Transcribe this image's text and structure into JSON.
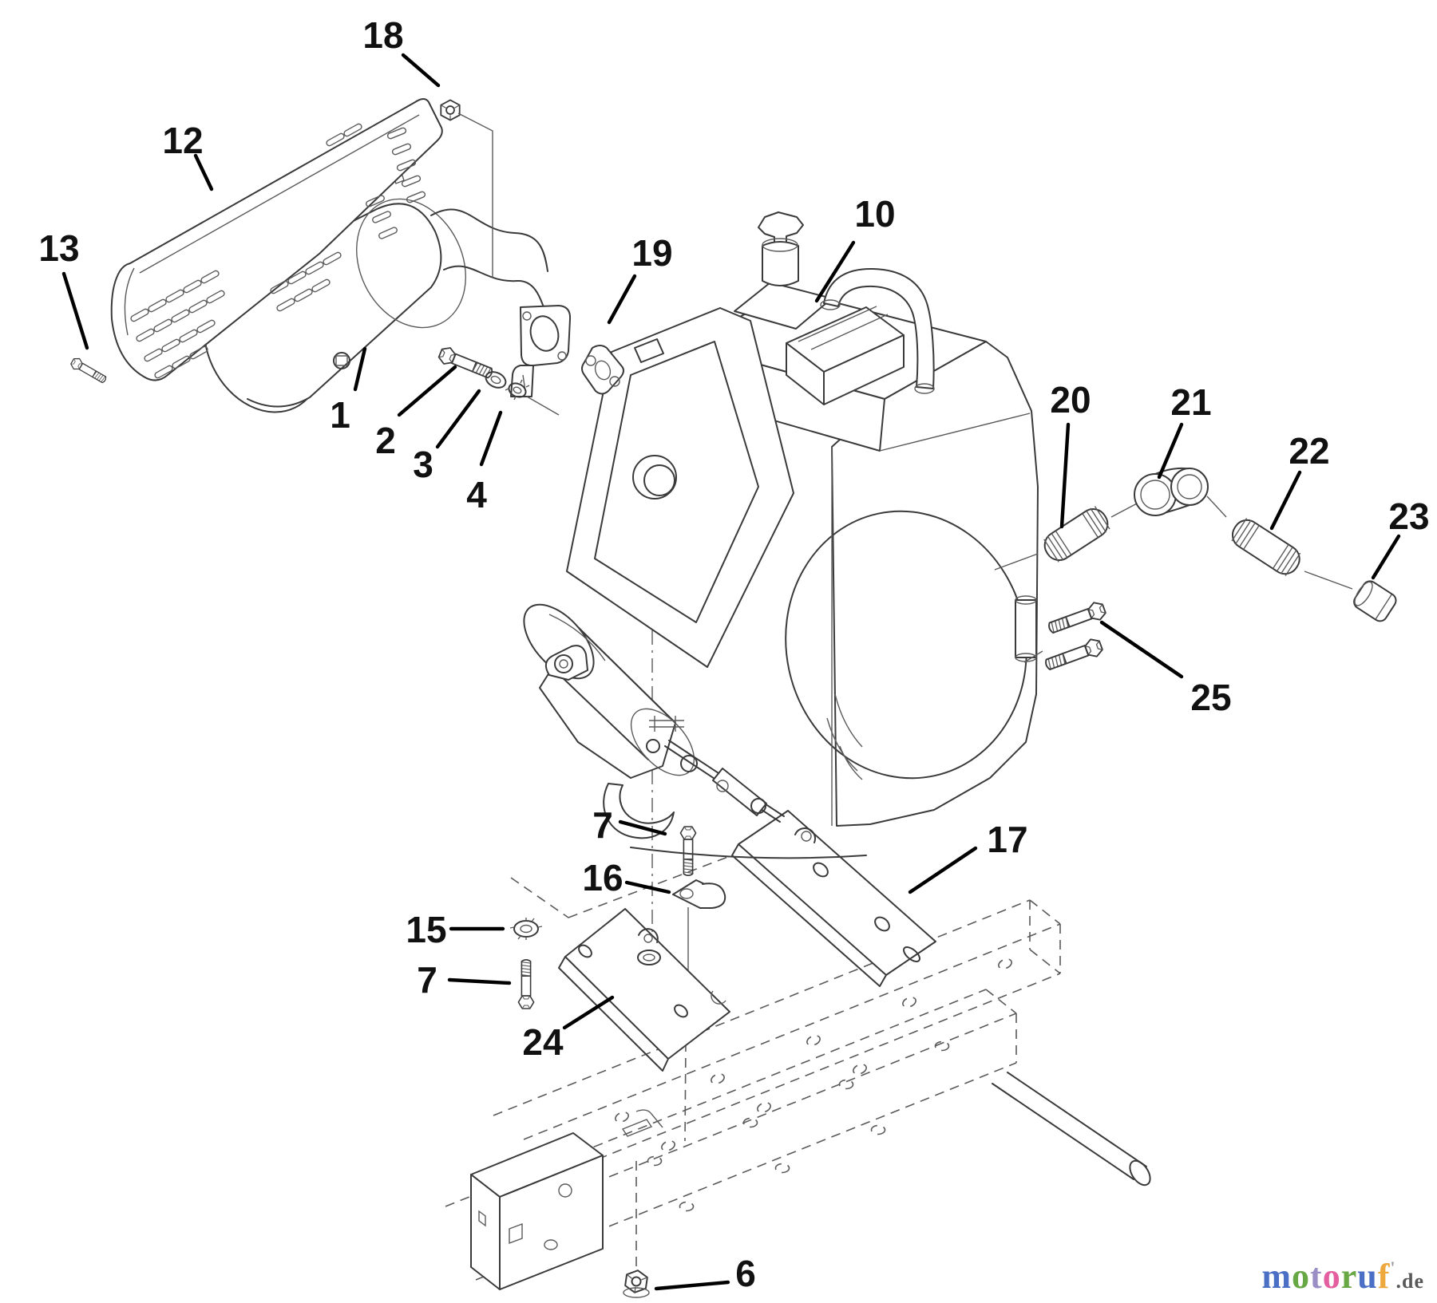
{
  "page": {
    "background": "#ffffff",
    "kind": "exploded-parts-diagram"
  },
  "diagram": {
    "line_color": "#3a3a3a",
    "label_color": "#111111",
    "part_numbers": [
      "1",
      "2",
      "3",
      "4",
      "6",
      "7",
      "10",
      "12",
      "13",
      "15",
      "16",
      "17",
      "18",
      "19",
      "20",
      "21",
      "22",
      "23",
      "24",
      "25"
    ],
    "callouts": [
      {
        "label": "18"
      },
      {
        "label": "12"
      },
      {
        "label": "13"
      },
      {
        "label": "1"
      },
      {
        "label": "2"
      },
      {
        "label": "3"
      },
      {
        "label": "4"
      },
      {
        "label": "19"
      },
      {
        "label": "10"
      },
      {
        "label": "20"
      },
      {
        "label": "21"
      },
      {
        "label": "22"
      },
      {
        "label": "23"
      },
      {
        "label": "25"
      },
      {
        "label": "7"
      },
      {
        "label": "17"
      },
      {
        "label": "16"
      },
      {
        "label": "15"
      },
      {
        "label": "7"
      },
      {
        "label": "24"
      },
      {
        "label": "6"
      }
    ]
  },
  "watermark": {
    "text": "motoruf",
    "tld": ".de",
    "mark": "'",
    "tld_color": "#595959",
    "mark_color": "#9a9a9a",
    "letters": [
      {
        "char": "m",
        "color": "#4a6fc4"
      },
      {
        "char": "o",
        "color": "#67a744"
      },
      {
        "char": "t",
        "color": "#9b8ec4"
      },
      {
        "char": "o",
        "color": "#e35f9f"
      },
      {
        "char": "r",
        "color": "#67a744"
      },
      {
        "char": "u",
        "color": "#4a6fc4"
      },
      {
        "char": "f",
        "color": "#eda93e"
      }
    ]
  }
}
